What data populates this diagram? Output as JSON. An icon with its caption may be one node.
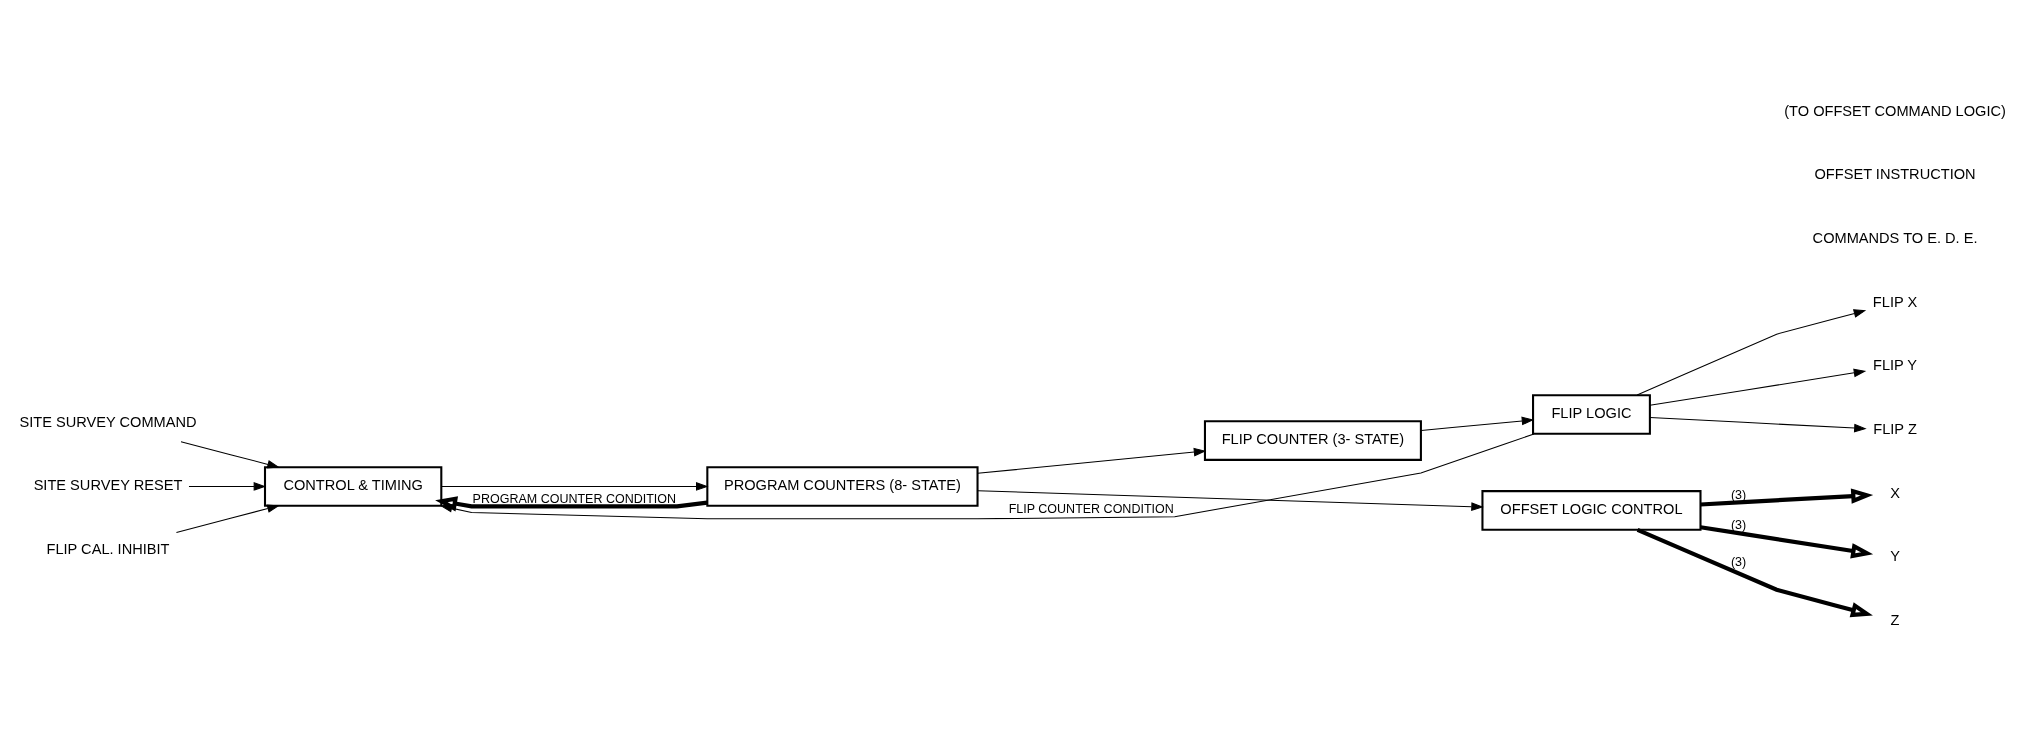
{
  "diagram": {
    "nodes": [
      {
        "text": [
          "SITE SURVEY COMMAND"
        ]
      },
      {
        "text": [
          "SITE SURVEY RESET"
        ]
      },
      {
        "text": [
          "FLIP CAL. INHIBIT"
        ]
      },
      {
        "text": [
          "CONTROL & TIMING"
        ]
      },
      {
        "text": [
          "PROGRAM COUNTERS (8- STATE)"
        ]
      },
      {
        "text": [
          "FLIP COUNTER (3- STATE)"
        ]
      },
      {
        "text": [
          "FLIP LOGIC"
        ]
      },
      {
        "text": [
          "OFFSET LOGIC CONTROL"
        ]
      },
      {
        "text": [
          "FLIP X"
        ]
      },
      {
        "text": [
          "FLIP Y"
        ]
      },
      {
        "text": [
          "FLIP Z"
        ]
      },
      {
        "text": [
          "X"
        ]
      },
      {
        "text": [
          "Y"
        ]
      },
      {
        "text": [
          "Z"
        ]
      }
    ],
    "edges": [
      {
        "from": 0,
        "to": 3,
        "arrow": "to"
      },
      {
        "from": 1,
        "to": 3,
        "arrow": "to"
      },
      {
        "from": 2,
        "to": 3,
        "arrow": "to"
      },
      {
        "from": 3,
        "to": 4,
        "arrow": "to"
      },
      {
        "from": 4,
        "to": 5,
        "arrow": "to"
      },
      {
        "from": 4,
        "to": 7,
        "arrow": "to"
      },
      {
        "from": 5,
        "to": 6,
        "arrow": "to"
      },
      {
        "from": 6,
        "to": 3,
        "arrow": "to",
        "label": "FLIP COUNTER CONDITION"
      },
      {
        "from": 4,
        "to": 3,
        "arrow": "to",
        "label": "PROGRAM COUNTER CONDITION",
        "style": "thick"
      },
      {
        "from": 6,
        "to": 8,
        "arrow": "to"
      },
      {
        "from": 6,
        "to": 9,
        "arrow": "to"
      },
      {
        "from": 6,
        "to": 10,
        "arrow": "to"
      },
      {
        "from": 7,
        "to": 11,
        "arrow": "to",
        "label": "(3)",
        "style": "thick"
      },
      {
        "from": 7,
        "to": 12,
        "arrow": "to",
        "label": "(3)",
        "style": "thick"
      },
      {
        "from": 7,
        "to": 13,
        "arrow": "to",
        "label": "(3)",
        "style": "thick"
      }
    ],
    "labels": [
      "COMMANDS TO E. D. E.",
      "OFFSET INSTRUCTION",
      "(TO OFFSET COMMAND LOGIC)"
    ]
  }
}
